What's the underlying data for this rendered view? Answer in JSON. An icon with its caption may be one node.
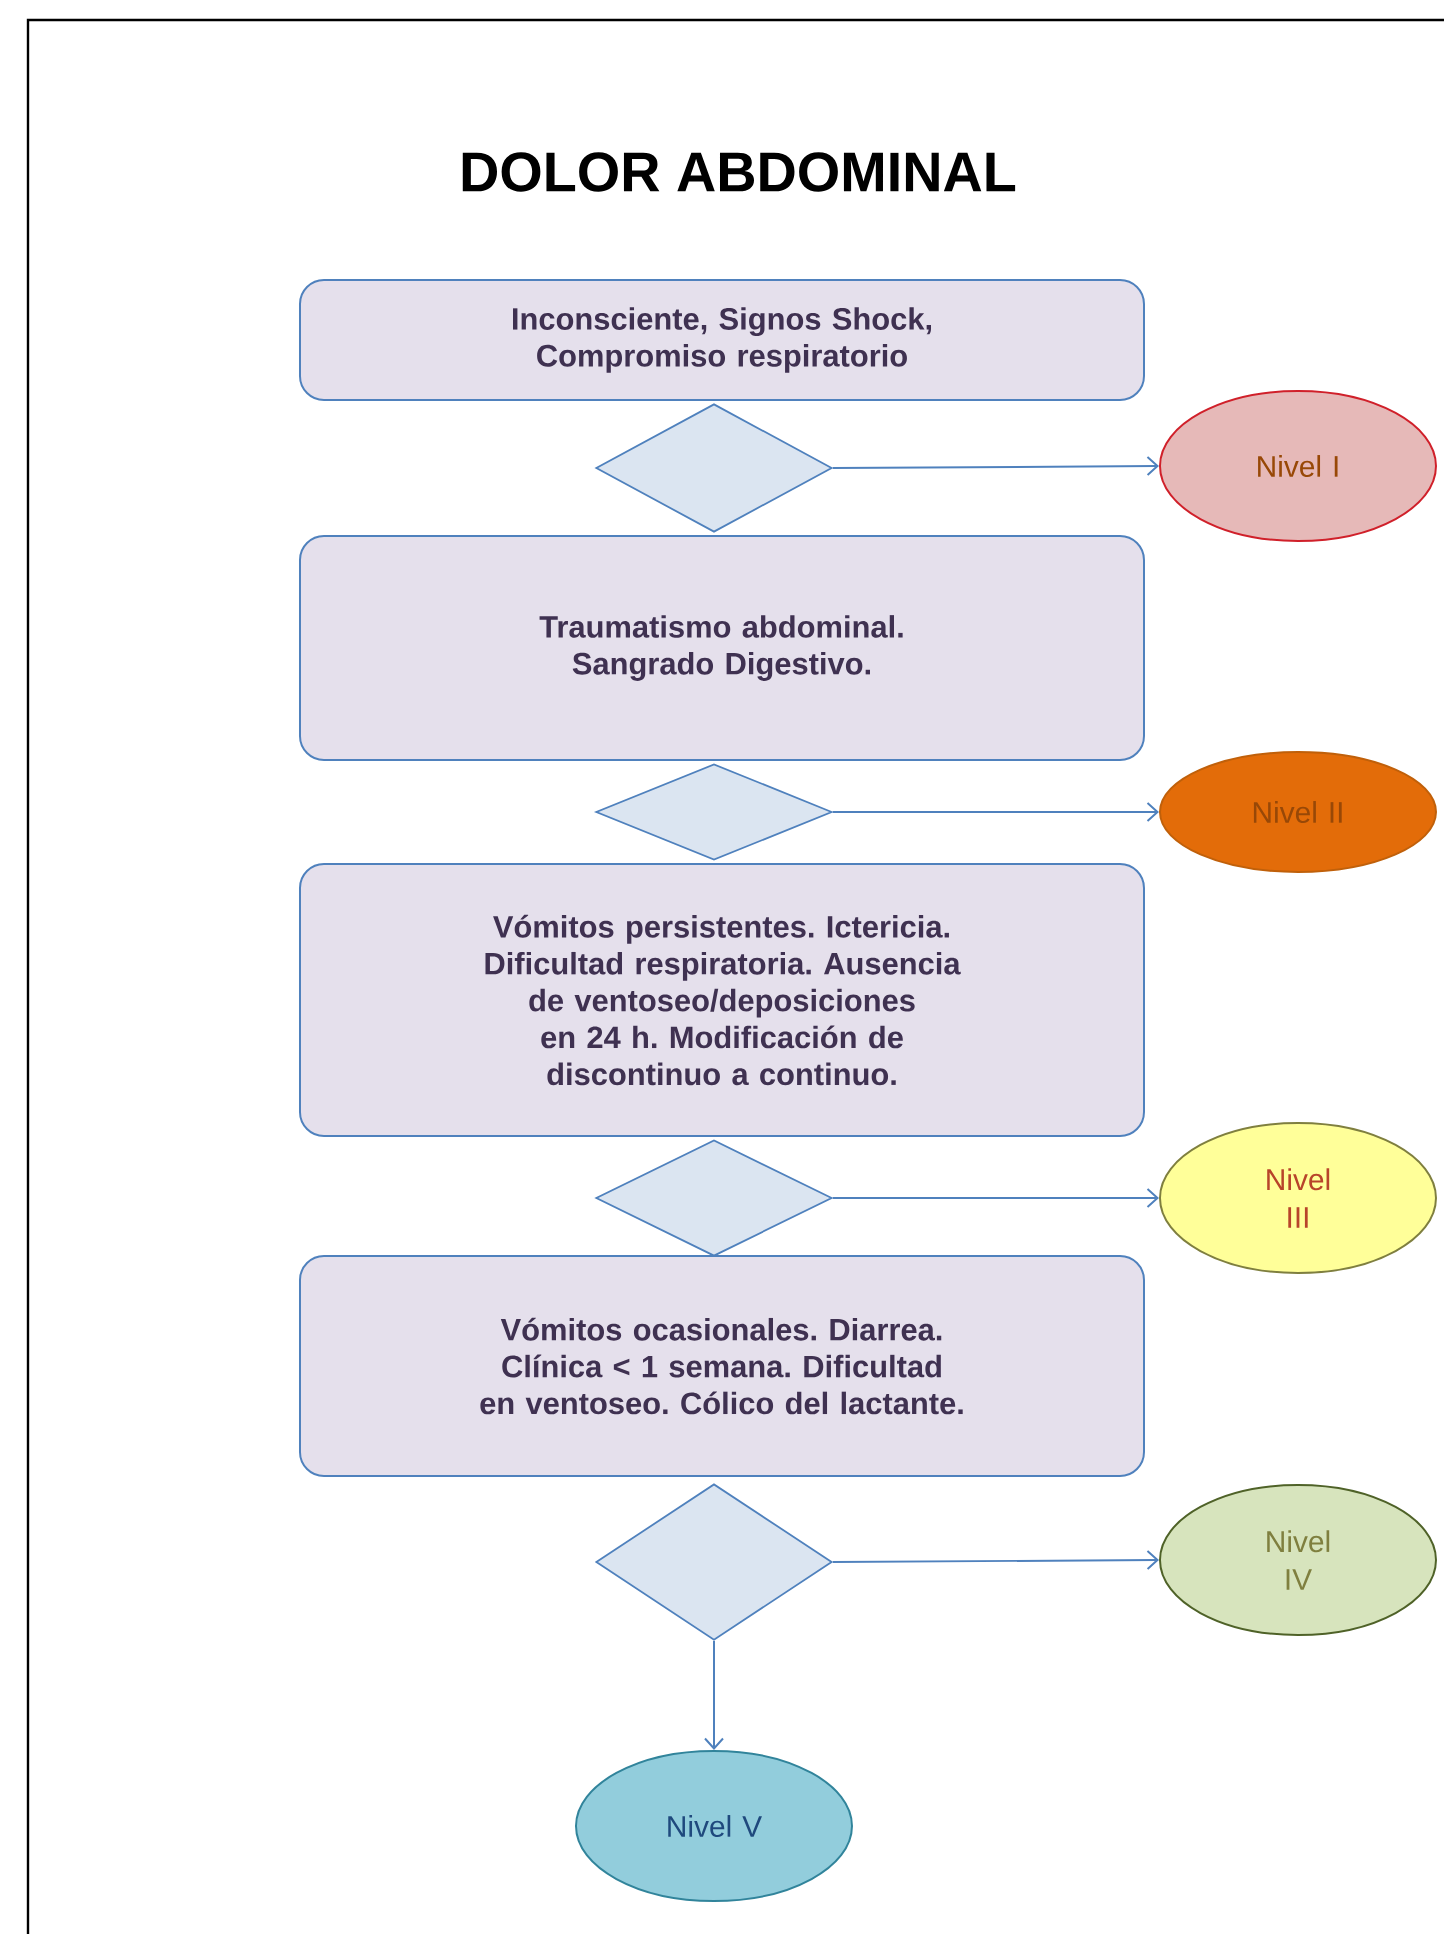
{
  "diagram": {
    "title": "DOLOR ABDOMINAL",
    "nodes": [
      {
        "text": [
          "Inconsciente, Signos Shock, Compromiso respiratorio"
        ]
      },
      {
        "text": [],
        "shape": "diamond"
      },
      {
        "text": [
          "Nivel I"
        ]
      },
      {
        "text": [
          "Traumatismo abdominal. Sangrado Digestivo."
        ]
      },
      {
        "text": [],
        "shape": "diamond"
      },
      {
        "text": [
          "Nivel II"
        ]
      },
      {
        "text": [
          "Vómitos persistentes. Ictericia. Dificultad respiratoria. Ausencia de ventoseo/deposiciones en 24 h. Modificación de discontinuo a continuo."
        ]
      },
      {
        "text": [],
        "shape": "diamond"
      },
      {
        "text": [
          "Nivel III"
        ]
      },
      {
        "text": [
          "Vómitos ocasionales. Diarrea. Clínica < 1 semana. Dificultad en ventoseo. Cólico del lactante."
        ]
      },
      {
        "text": [],
        "shape": "diamond"
      },
      {
        "text": [
          "Nivel IV"
        ]
      },
      {
        "text": [
          "Nivel V"
        ]
      }
    ],
    "edges": [
      {
        "from": 1,
        "to": 2,
        "arrow": "to"
      },
      {
        "from": 4,
        "to": 5,
        "arrow": "to"
      },
      {
        "from": 7,
        "to": 8,
        "arrow": "to"
      },
      {
        "from": 10,
        "to": 11,
        "arrow": "to"
      },
      {
        "from": 10,
        "to": 12,
        "arrow": "to"
      }
    ]
  }
}
